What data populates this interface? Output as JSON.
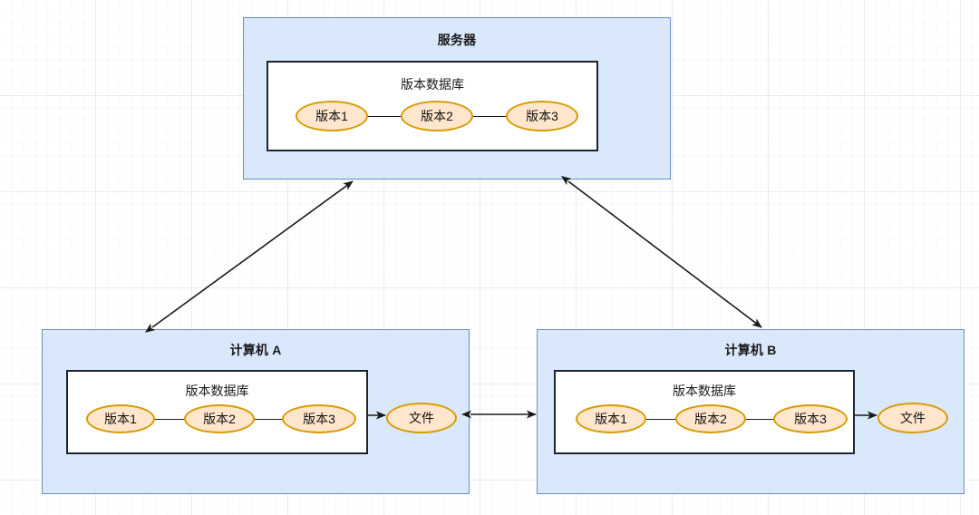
{
  "diagram": {
    "title_hidden": "",
    "colors": {
      "zone_fill": "#dae8fc",
      "zone_stroke": "#6c8ebf",
      "inner_fill": "#ffffff",
      "inner_stroke": "#1f2430",
      "node_fill": "#ffe6cc",
      "node_stroke": "#d79b00",
      "line": "#1a1a1a",
      "grid": "#e8e8e8",
      "background": "#ffffff"
    },
    "zones": [
      {
        "id": "server",
        "title": "服务器",
        "db_title": "版本数据库",
        "nodes": [
          "版本1",
          "版本2",
          "版本3"
        ],
        "file_node": null
      },
      {
        "id": "computer-a",
        "title": "计算机 A",
        "db_title": "版本数据库",
        "nodes": [
          "版本1",
          "版本2",
          "版本3"
        ],
        "file_node": "文件"
      },
      {
        "id": "computer-b",
        "title": "计算机 B",
        "db_title": "版本数据库",
        "nodes": [
          "版本1",
          "版本2",
          "版本3"
        ],
        "file_node": "文件"
      }
    ],
    "connections": [
      {
        "id": "server-to-a",
        "from": "computer-a",
        "to": "server",
        "style": "double-arrow",
        "label": ""
      },
      {
        "id": "server-to-b",
        "from": "computer-b",
        "to": "server",
        "style": "double-arrow",
        "label": ""
      },
      {
        "id": "a-to-b",
        "from": "computer-a",
        "to": "computer-b",
        "style": "double-arrow",
        "label": ""
      },
      {
        "id": "a-db-to-file",
        "from": "版本3",
        "to": "文件",
        "style": "single-arrow",
        "label": ""
      },
      {
        "id": "b-db-to-file",
        "from": "版本3",
        "to": "文件",
        "style": "single-arrow",
        "label": ""
      }
    ]
  }
}
